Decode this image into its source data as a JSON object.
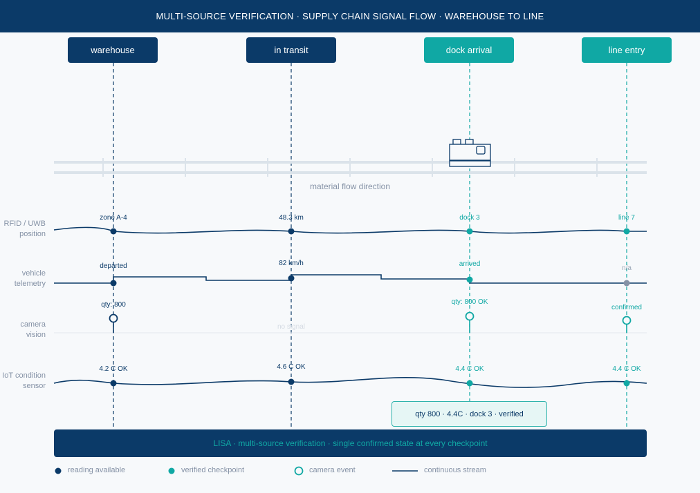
{
  "header": {
    "title": "MULTI-SOURCE VERIFICATION · SUPPLY CHAIN SIGNAL FLOW · WAREHOUSE TO LINE"
  },
  "stages": [
    {
      "label": "warehouse"
    },
    {
      "label": "in transit"
    },
    {
      "label": "dock arrival"
    },
    {
      "label": "line entry"
    }
  ],
  "flow": {
    "label": "material flow direction"
  },
  "rows": {
    "rfid": {
      "label_line1": "RFID / UWB",
      "label_line2": "position",
      "values": [
        "zone A-4",
        "48.3 km",
        "dock 3",
        "line 7"
      ]
    },
    "telemetry": {
      "label_line1": "vehicle",
      "label_line2": "telemetry",
      "values": [
        "departed",
        "82 km/h",
        "arrived",
        "n/a"
      ]
    },
    "camera": {
      "label_line1": "camera",
      "label_line2": "vision",
      "values": [
        "qty: 800",
        "no signal",
        "qty: 800 OK",
        "confirmed"
      ]
    },
    "iot": {
      "label_line1": "IoT condition",
      "label_line2": "sensor",
      "values": [
        "4.2 C OK",
        "4.6 C OK",
        "4.4 C OK",
        "4.4 C OK"
      ]
    }
  },
  "callout": {
    "text": "qty 800 · 4.4C · dock 3 · verified"
  },
  "banner": {
    "text": "LISA · multi-source verification · single confirmed state at every checkpoint"
  },
  "legend": {
    "reading": "reading available",
    "verified": "verified checkpoint",
    "camera": "camera event",
    "stream": "continuous stream"
  },
  "colors": {
    "navy": "#0b3a68",
    "teal": "#10a8a4",
    "gray": "#8592a6"
  }
}
